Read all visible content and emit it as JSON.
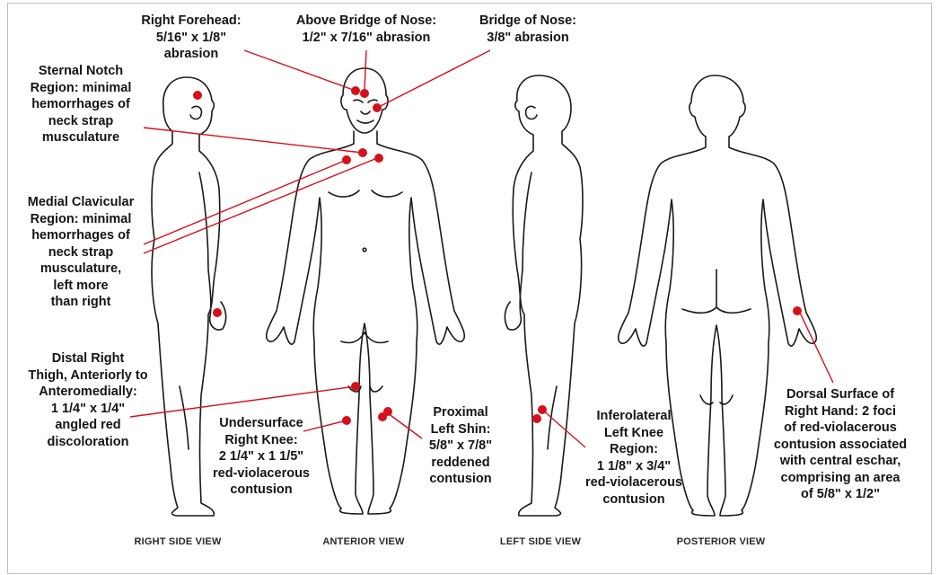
{
  "annotations": [
    {
      "id": "right-forehead",
      "text": "Right Forehead:\n5/16\" x 1/8\"\nabrasion"
    },
    {
      "id": "above-bridge-of-nose",
      "text": "Above Bridge of Nose:\n1/2\" x 7/16\" abrasion"
    },
    {
      "id": "bridge-of-nose",
      "text": "Bridge of Nose:\n3/8\" abrasion"
    },
    {
      "id": "sternal-notch",
      "text": "Sternal Notch\nRegion:  minimal\nhemorrhages of\nneck strap\nmusculature"
    },
    {
      "id": "medial-clavicular",
      "text": "Medial Clavicular\nRegion:  minimal\nhemorrhages of\nneck strap\nmusculature,\nleft more\nthan right"
    },
    {
      "id": "distal-right-thigh",
      "text": "Distal Right\nThigh, Anteriorly to\nAnteromedially:\n1 1/4\" x 1/4\"\nangled red\ndiscoloration"
    },
    {
      "id": "undersurface-right-knee",
      "text": "Undersurface\nRight Knee:\n2 1/4\" x 1 1/5\"\nred-violacerous\ncontusion"
    },
    {
      "id": "proximal-left-shin",
      "text": "Proximal\nLeft Shin:\n5/8\" x 7/8\"\nreddened\ncontusion"
    },
    {
      "id": "inferolateral-left-knee",
      "text": "Inferolateral\nLeft Knee\nRegion:\n1 1/8\" x 3/4\"\nred-violacerous\ncontusion"
    },
    {
      "id": "dorsal-right-hand",
      "text": "Dorsal Surface of\nRight Hand:  2 foci\nof red-violacerous\ncontusion associated\nwith central eschar,\ncomprising an area\nof 5/8\" x 1/2\""
    }
  ],
  "views": [
    {
      "id": "right-side",
      "text": "RIGHT SIDE VIEW"
    },
    {
      "id": "anterior",
      "text": "ANTERIOR VIEW"
    },
    {
      "id": "left-side",
      "text": "LEFT SIDE VIEW"
    },
    {
      "id": "posterior",
      "text": "POSTERIOR VIEW"
    }
  ],
  "colors": {
    "marker": "#d4101c",
    "line": "#d4101c",
    "outline": "#1a1a1a",
    "text": "#141414"
  }
}
